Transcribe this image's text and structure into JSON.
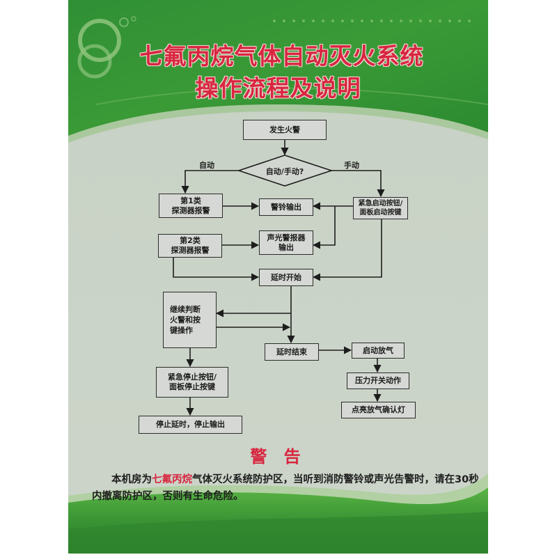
{
  "header": {
    "title_line1": "七氟丙烷气体自动灭火系统",
    "title_line2": "操作流程及说明"
  },
  "colors": {
    "green_dark": "#2e8a2e",
    "green_light": "#4aa83a",
    "panel_bg": "#c9d4c6",
    "title_red": "#d8263f",
    "text_dark": "#1d1d1d"
  },
  "flowchart": {
    "start": "发生火警",
    "decision": "自动/手动?",
    "branch_auto_label": "自动",
    "branch_manual_label": "手动",
    "detector_1": "第1类\n探测器报警",
    "detector_2": "第2类\n探测器报警",
    "bell_output": "警铃输出",
    "strobe_output": "声光警报器\n输出",
    "manual_start": "紧急启动按钮/\n面板启动按键",
    "delay_start": "延时开始",
    "continue_judge": "继续判断\n火警和按\n键操作",
    "delay_end": "延时结束",
    "release_gas": "启动放气",
    "pressure_switch": "压力开关动作",
    "confirm_light": "点亮放气确认灯",
    "emergency_stop": "紧急停止按钮/\n面板停止按键",
    "stop_output": "停止延时，停止输出"
  },
  "warning": {
    "title": "警 告",
    "text_pre": "本机房为",
    "text_highlight": "七氟丙烷",
    "text_post": "气体灭火系统防护区，当听到消防警铃或声光告警时，请在30秒内撤离防护区，否则有生命危险。"
  }
}
